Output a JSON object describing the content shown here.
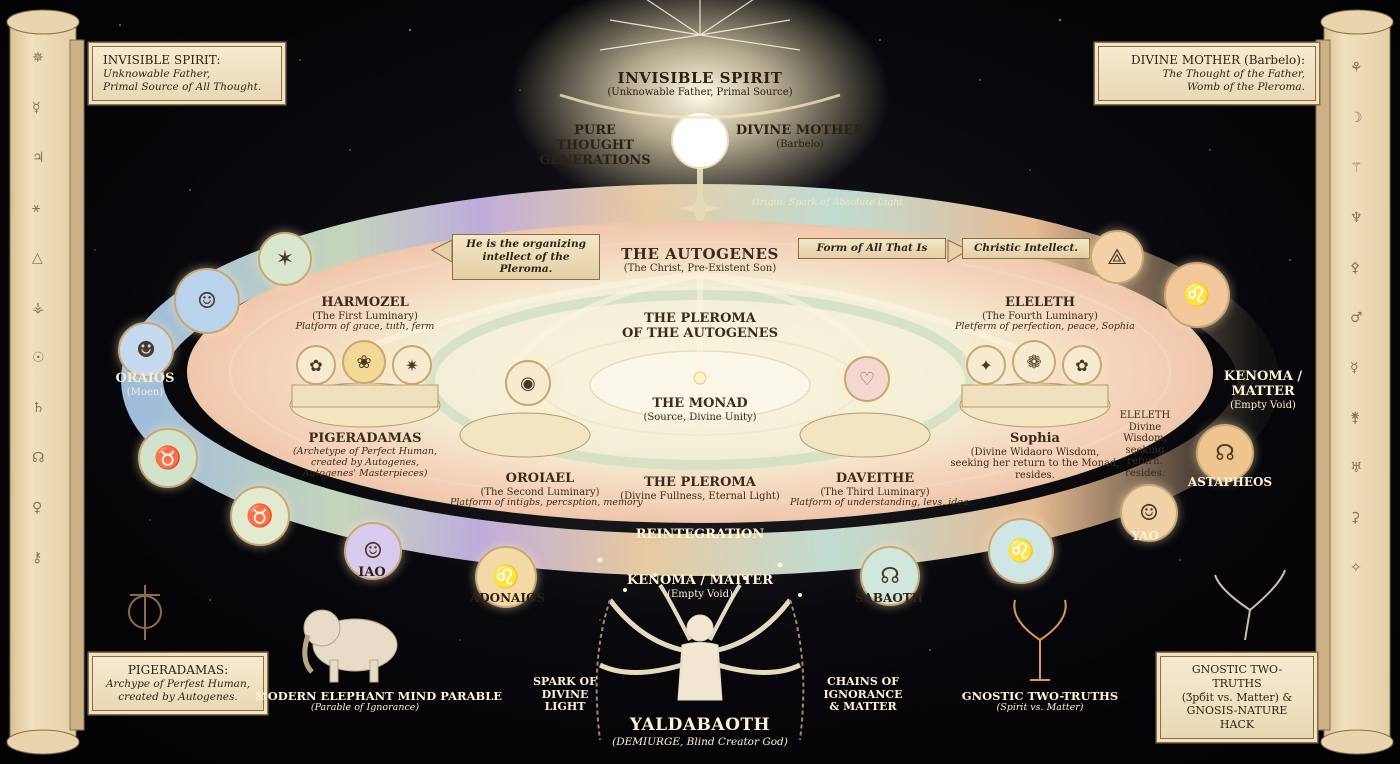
{
  "top": {
    "title": "INVISIBLE SPIRIT",
    "subtitle": "(Unknowable Father, Primal Source)",
    "left_label": "PURE THOUGHT\nGENERATIONS",
    "right_label": "DIVINE MOTHER",
    "right_sub": "(Barbelo)",
    "origin": "Origin: Spark of Absolute Light"
  },
  "corner_boxes": {
    "top_left": {
      "title": "INVISIBLE SPIRIT:",
      "text": "Unknowable Father,\nPrimal Source of All Thought."
    },
    "top_right": {
      "title_bold": "DIVINE MOTHER",
      "title_rest": " (Barbelo):",
      "text": "The Thought of the Father,\nWomb of the Pleroma."
    },
    "bottom_left": {
      "title": "PIGERADAMAS:",
      "text": "Archype of Perfest Human,\ncreated by Autogenes."
    },
    "bottom_right": {
      "text": "GNOSTIC TWO-TRUTHS\n(Ʒpбit vs. Matter) &\nGNOSIS-NATURE HACK"
    }
  },
  "autogenes": {
    "title": "THE AUTOGENES",
    "subtitle": "(The Christ, Pre-Existent Son)",
    "ribbon_left": "He is the organizing\nintellect of the Pleroma.",
    "ribbon_mid": "Form of All That Is",
    "ribbon_right": "Christic Intellect."
  },
  "luminaries": {
    "harmozel": {
      "name": "HARMOZEL",
      "sub": "(The First Luminary)",
      "desc": "Platform of grace, tııth, ferm"
    },
    "eleleth": {
      "name": "ELELETH",
      "sub": "(The Fourth Luminary)",
      "desc": "Pletferm of perfection, peace, Sophia"
    },
    "oroiael": {
      "name": "OROIAEL",
      "sub": "(The Second Luminary)",
      "desc": "Platform of intigbs, percsption, memory"
    },
    "daveithe": {
      "name": "DAVEITHE",
      "sub": "(The Third Luminary)",
      "desc": "Platform of understanding, levs, idea"
    }
  },
  "pleroma_autogenes": "THE PLEROMA\nOF THE AUTOGENES",
  "monad": {
    "title": "THE MONAD",
    "sub": "(Source, Divine Unity)"
  },
  "pleroma": {
    "title": "THE PLEROMA",
    "sub": "(Divine Fullness, Eternal Light)"
  },
  "pigeradamas": {
    "title": "PIGERADAMAS",
    "desc": "(Archetype of Perfect Human,\ncreated by Autogenes,\nAutogenes' Masterpieces)"
  },
  "sophia": {
    "title": "Sophia",
    "desc": "(Divine Widaoro Wisdom,\nseeking her return to the Monad,\nresides."
  },
  "eleleth_note": "ELELETH\nDivine Wisdom,\nseeking return.\nresides.",
  "reintegration": "REINTEGRATION",
  "archons": {
    "oraios": {
      "name": "ORAIOS",
      "sub": "(Moen)"
    },
    "iao": "IAO",
    "adonaios": "ADONAIOS",
    "sabaoth": "SABAOTH",
    "yao": "YAO",
    "astapheos": "ASTAPHEOS"
  },
  "kenoma_right": {
    "title": "KENOMA /\nMATTER",
    "sub": "(Empty Void)"
  },
  "bottom": {
    "kenoma": "KENOMA / MATTER",
    "kenoma_sub": "(Empty Void)",
    "spark": "SPARK OF\nDIVINE\nLIGHT",
    "chains": "CHAINS OF\nIGNORANCE\n& MATTER",
    "yaldabaoth": "YALDABAOTH",
    "yaldabaoth_sub": "(DEMIURGE, Blind Creator God)",
    "elephant": "MODERN ELEPHANT MIND PARABLE",
    "elephant_sub": "(Parable of Ignorance)",
    "truths": "GNOSTIC TWO-TRUTHS",
    "truths_sub": "(Spirit vs. Matter)"
  },
  "colors": {
    "parchment": "#efdfbd",
    "ring_pink": "#f3c9b0",
    "ring_green": "#d7e6c5",
    "ink": "#2e2416",
    "glow": "#fff6dd"
  }
}
